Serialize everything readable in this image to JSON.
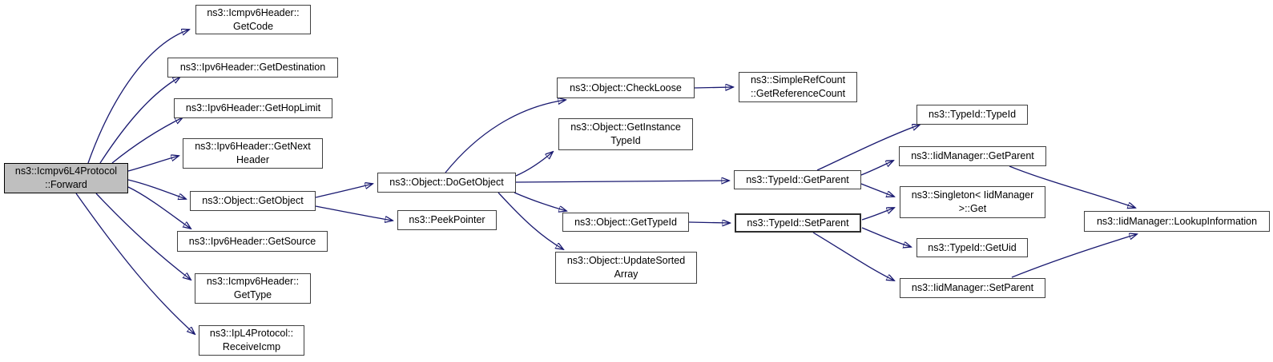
{
  "diagram": {
    "type": "doxygen-call-graph",
    "colors": {
      "edge": "#191970",
      "node_border": "#404040",
      "node_fill": "#ffffff",
      "highlight_fill": "#bfbfbf",
      "text": "#000000",
      "background": "#ffffff"
    },
    "nodes": {
      "forward": {
        "label": "ns3::Icmpv6L4Protocol\n::Forward",
        "highlighted": true
      },
      "getcode": {
        "label": "ns3::Icmpv6Header::\nGetCode"
      },
      "getdestination": {
        "label": "ns3::Ipv6Header::GetDestination"
      },
      "gethoplimit": {
        "label": "ns3::Ipv6Header::GetHopLimit"
      },
      "getnextheader": {
        "label": "ns3::Ipv6Header::GetNext\nHeader"
      },
      "getobject": {
        "label": "ns3::Object::GetObject"
      },
      "getsource": {
        "label": "ns3::Ipv6Header::GetSource"
      },
      "gettype": {
        "label": "ns3::Icmpv6Header::\nGetType"
      },
      "receiveicmp": {
        "label": "ns3::IpL4Protocol::\nReceiveIcmp"
      },
      "dogetobject": {
        "label": "ns3::Object::DoGetObject"
      },
      "peekpointer": {
        "label": "ns3::PeekPointer"
      },
      "checkloose": {
        "label": "ns3::Object::CheckLoose"
      },
      "getinstancetypeid": {
        "label": "ns3::Object::GetInstance\nTypeId"
      },
      "gettypeid": {
        "label": "ns3::Object::GetTypeId"
      },
      "updatesortedarray": {
        "label": "ns3::Object::UpdateSorted\nArray"
      },
      "getrefcount": {
        "label": "ns3::SimpleRefCount\n::GetReferenceCount"
      },
      "typeid_typeid": {
        "label": "ns3::TypeId::TypeId"
      },
      "iid_getparent": {
        "label": "ns3::IidManager::GetParent"
      },
      "typeid_getparent": {
        "label": "ns3::TypeId::GetParent"
      },
      "singleton_get": {
        "label": "ns3::Singleton< IidManager\n>::Get"
      },
      "typeid_setparent": {
        "label": "ns3::TypeId::SetParent",
        "bold_border": true
      },
      "getuid": {
        "label": "ns3::TypeId::GetUid"
      },
      "iid_setparent": {
        "label": "ns3::IidManager::SetParent"
      },
      "lookupinformation": {
        "label": "ns3::IidManager::LookupInformation"
      }
    },
    "edges": [
      {
        "from": "forward",
        "to": "getcode"
      },
      {
        "from": "forward",
        "to": "getdestination"
      },
      {
        "from": "forward",
        "to": "gethoplimit"
      },
      {
        "from": "forward",
        "to": "getnextheader"
      },
      {
        "from": "forward",
        "to": "getobject"
      },
      {
        "from": "forward",
        "to": "getsource"
      },
      {
        "from": "forward",
        "to": "gettype"
      },
      {
        "from": "forward",
        "to": "receiveicmp"
      },
      {
        "from": "getobject",
        "to": "dogetobject"
      },
      {
        "from": "getobject",
        "to": "peekpointer"
      },
      {
        "from": "dogetobject",
        "to": "checkloose"
      },
      {
        "from": "dogetobject",
        "to": "getinstancetypeid"
      },
      {
        "from": "dogetobject",
        "to": "typeid_getparent"
      },
      {
        "from": "dogetobject",
        "to": "gettypeid"
      },
      {
        "from": "dogetobject",
        "to": "updatesortedarray"
      },
      {
        "from": "checkloose",
        "to": "getrefcount"
      },
      {
        "from": "gettypeid",
        "to": "typeid_setparent"
      },
      {
        "from": "typeid_getparent",
        "to": "typeid_typeid"
      },
      {
        "from": "typeid_getparent",
        "to": "iid_getparent"
      },
      {
        "from": "typeid_getparent",
        "to": "singleton_get"
      },
      {
        "from": "typeid_setparent",
        "to": "singleton_get"
      },
      {
        "from": "typeid_setparent",
        "to": "getuid"
      },
      {
        "from": "typeid_setparent",
        "to": "iid_setparent"
      },
      {
        "from": "iid_getparent",
        "to": "lookupinformation"
      },
      {
        "from": "iid_setparent",
        "to": "lookupinformation"
      }
    ]
  }
}
